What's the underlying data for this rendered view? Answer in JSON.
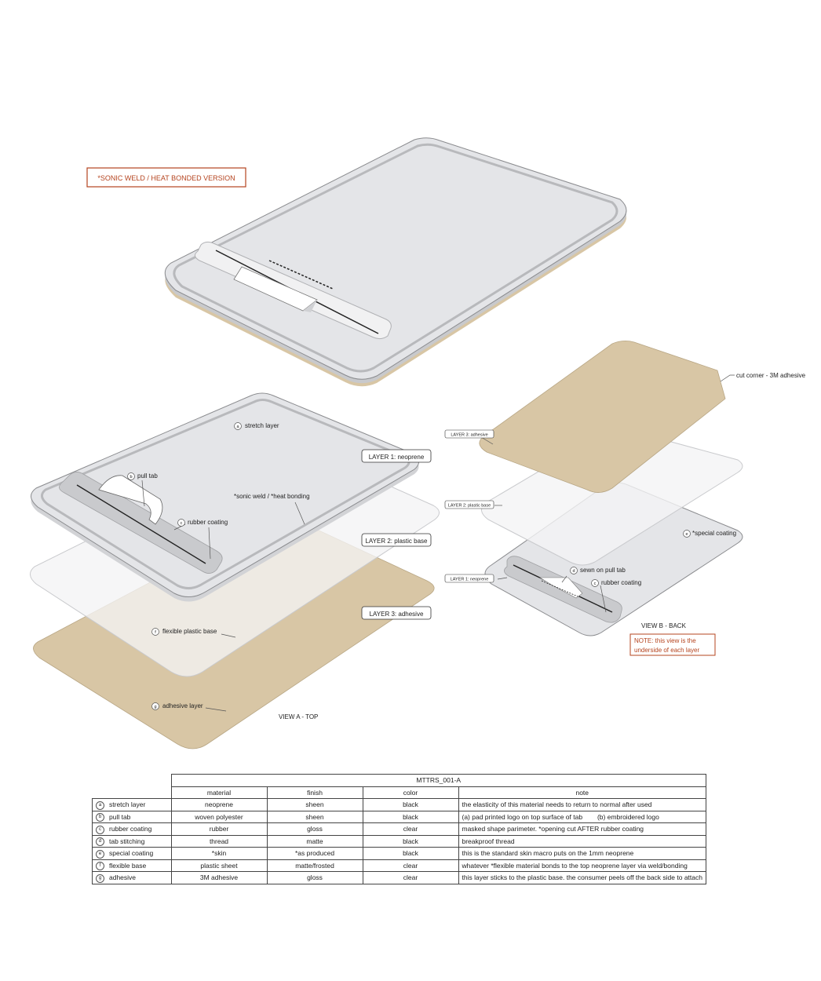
{
  "version_label": "*SONIC WELD / HEAT BONDED VERSION",
  "view_a": {
    "title": "VIEW A - TOP",
    "callouts": {
      "stretch": {
        "letter": "a",
        "text": "stretch layer"
      },
      "pull_tab": {
        "letter": "b",
        "text": "pull tab"
      },
      "rubber": {
        "letter": "c",
        "text": "rubber coating"
      },
      "flexible": {
        "letter": "f",
        "text": "flexible plastic base"
      },
      "adhesive": {
        "letter": "g",
        "text": "adhesive layer"
      }
    },
    "sonic_note": "*sonic weld / *heat bonding",
    "layer1": "LAYER 1: neoprene",
    "layer2": "LAYER 2: plastic base",
    "layer3": "LAYER 3: adhesive"
  },
  "view_b": {
    "title": "VIEW B - BACK",
    "note_line1": "NOTE: this view is the",
    "note_line2": "underside of each layer",
    "cut_corner": "cut corner - 3M adhesive",
    "layer3": "LAYER 3: adhesive",
    "layer2": "LAYER 2: plastic base",
    "layer1": "LAYER 1: neoprene",
    "callouts": {
      "special": {
        "letter": "e",
        "text": "*special coating"
      },
      "sewn": {
        "letter": "d",
        "text": "sewn on pull tab"
      },
      "rubber": {
        "letter": "c",
        "text": "rubber coating"
      }
    }
  },
  "colors": {
    "neoprene": "#e4e5e8",
    "adhesive": "#d8c6a5",
    "plastic": "#f4f4f5",
    "accent_red": "#b5441f"
  },
  "table": {
    "title": "MTTRS_001-A",
    "headers": [
      "material",
      "finish",
      "color",
      "note"
    ],
    "rows": [
      {
        "letter": "a",
        "name": "stretch layer",
        "material": "neoprene",
        "finish": "sheen",
        "color": "black",
        "note": "the elasticity of this material needs to return to normal after used"
      },
      {
        "letter": "b",
        "name": "pull tab",
        "material": "woven polyester",
        "finish": "sheen",
        "color": "black",
        "note": "(a) pad printed logo on top surface of tab        (b) embroidered logo"
      },
      {
        "letter": "c",
        "name": "rubber coating",
        "material": "rubber",
        "finish": "gloss",
        "color": "clear",
        "note": "masked shape parimeter. *opening cut AFTER rubber coating"
      },
      {
        "letter": "d",
        "name": "tab stitching",
        "material": "thread",
        "finish": "matte",
        "color": "black",
        "note": "breakproof thread"
      },
      {
        "letter": "e",
        "name": "special coating",
        "material": "*skin",
        "finish": "*as produced",
        "color": "black",
        "note": "this is the standard skin macro puts on the 1mm neoprene"
      },
      {
        "letter": "f",
        "name": "flexible base",
        "material": "plastic sheet",
        "finish": "matte/frosted",
        "color": "clear",
        "note": "whatever *flexible material bonds to the top neoprene layer via weld/bonding"
      },
      {
        "letter": "g",
        "name": "adhesive",
        "material": "3M adhesive",
        "finish": "gloss",
        "color": "clear",
        "note": "this layer sticks to the plastic base. the consumer peels off the back side to attach"
      }
    ]
  }
}
